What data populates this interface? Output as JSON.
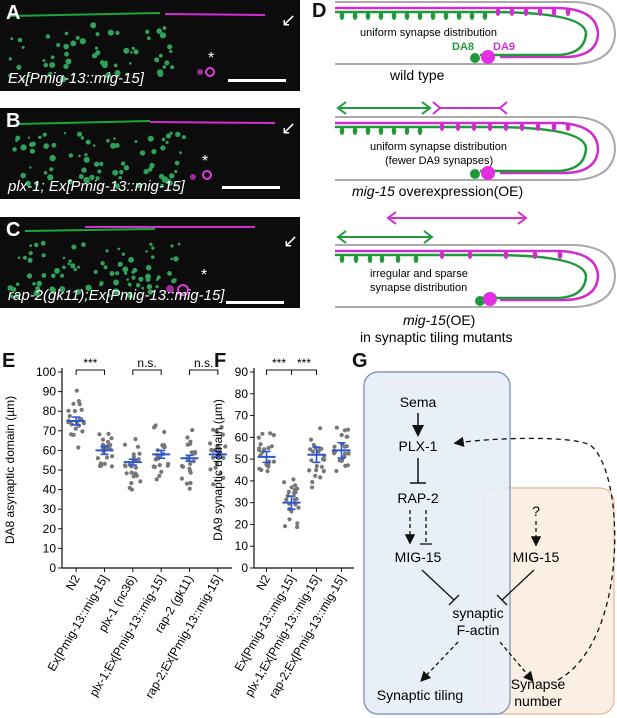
{
  "panelA": {
    "letter": "A",
    "caption": "Ex[Pmig-13::mig-15]"
  },
  "panelB": {
    "letter": "B",
    "caption": "plx-1; Ex[Pmig-13::mig-15]"
  },
  "panelC": {
    "letter": "C",
    "caption": "rap-2(gk11);Ex[Pmig-13::mig-15]"
  },
  "star": "*",
  "panelD": {
    "letter": "D",
    "wt_text": "uniform synapse distribution",
    "da8": "DA8",
    "da9": "DA9",
    "wt_caption": "wild type",
    "oe_text1": "uniform synapse distribution",
    "oe_text2": "(fewer DA9 synapses)",
    "oe_caption_italic": "mig-15",
    "oe_caption_rest": " overexpression(OE)",
    "mut_text1": "irregular and sparse",
    "mut_text2": "synapse distribution",
    "mut_caption_italic": "mig-15",
    "mut_caption_rest": "(OE)",
    "mut_caption2": "in synaptic tiling mutants"
  },
  "panelE": {
    "letter": "E",
    "ylabel": "DA8 asynaptic domain (µm)"
  },
  "panelF": {
    "letter": "F",
    "ylabel": "DA9 synaptic domain (µm)"
  },
  "panelG": {
    "letter": "G",
    "sema": "Sema",
    "plx1": "PLX-1",
    "rap2": "RAP-2",
    "mig15a": "MIG-15",
    "q": "?",
    "mig15b": "MIG-15",
    "factin1": "synaptic",
    "factin2": "F-actin",
    "tiling": "Synaptic tiling",
    "num1": "Synapse",
    "num2": "number"
  },
  "chart_data": [
    {
      "type": "scatter",
      "title": "",
      "ylabel": "DA8 asynaptic domain (µm)",
      "ylim": [
        0,
        100
      ],
      "yticks": [
        0,
        10,
        20,
        30,
        40,
        50,
        60,
        70,
        80,
        90,
        100
      ],
      "categories": [
        "N2",
        "Ex[Pmig-13::mig-15]",
        "plx-1 (nc36)",
        "plx-1;Ex[Pmig-13::mig-15]",
        "rap-2 (gk11)",
        "rap-2;Ex[Pmig-13::mig-15]"
      ],
      "means": [
        75,
        60,
        54,
        58,
        56,
        58
      ],
      "sem": [
        2,
        2,
        1.5,
        2,
        1.5,
        1.5
      ],
      "significance": [
        {
          "from": 0,
          "to": 1,
          "label": "***"
        },
        {
          "from": 2,
          "to": 3,
          "label": "n.s."
        },
        {
          "from": 4,
          "to": 5,
          "label": "n.s."
        }
      ]
    },
    {
      "type": "scatter",
      "title": "",
      "ylabel": "DA9 synaptic domain (µm)",
      "ylim": [
        0,
        90
      ],
      "yticks": [
        0,
        10,
        20,
        30,
        40,
        50,
        60,
        70,
        80,
        90
      ],
      "categories": [
        "N2",
        "Ex[Pmig-13::mig-15]",
        "plx-1;Ex[Pmig-13::mig-15]",
        "rap-2;Ex[Pmig-13::mig-15]"
      ],
      "means": [
        51,
        30,
        52,
        54
      ],
      "sem": [
        2.5,
        3,
        3.5,
        3.5
      ],
      "significance": [
        {
          "from": 0,
          "to": 1,
          "label": "***"
        },
        {
          "from": 1,
          "to": 2,
          "label": "***"
        }
      ]
    }
  ]
}
